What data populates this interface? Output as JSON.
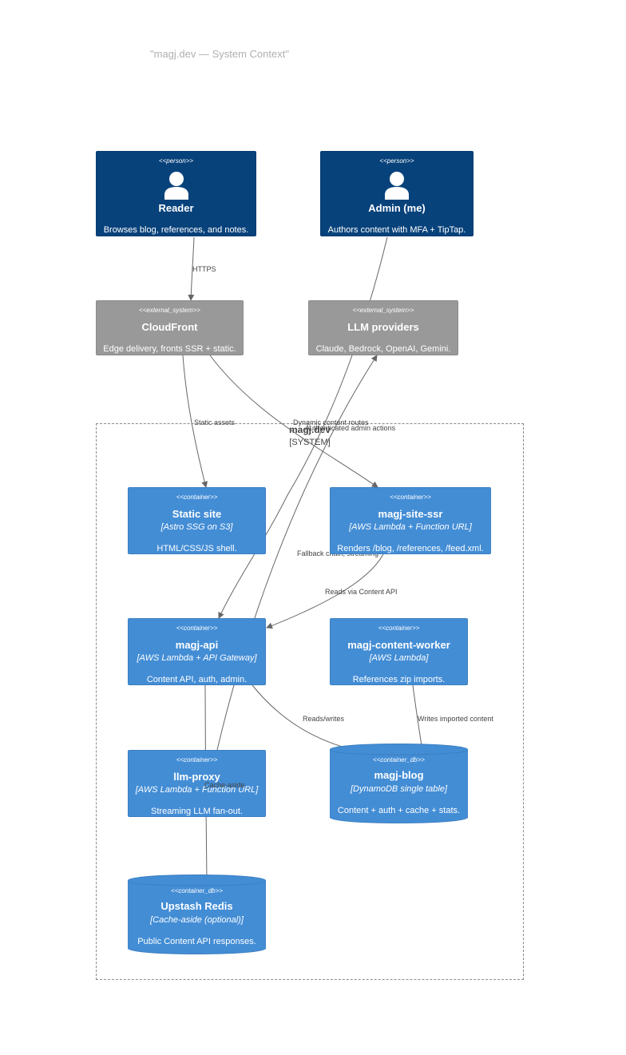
{
  "title": "\"magj.dev — System Context\"",
  "colors": {
    "person": "#08427b",
    "external_system": "#999999",
    "container": "#438dd5",
    "boundary": "#8a8a8a",
    "edge": "#666666"
  },
  "nodes": {
    "reader": {
      "stereotype": "<<person>>",
      "name": "Reader",
      "description": "Browses blog, references, and notes."
    },
    "admin": {
      "stereotype": "<<person>>",
      "name": "Admin (me)",
      "description": "Authors content with MFA + TipTap."
    },
    "cloudfront": {
      "stereotype": "<<external_system>>",
      "name": "CloudFront",
      "description": "Edge delivery, fronts SSR + static."
    },
    "llm_providers": {
      "stereotype": "<<external_system>>",
      "name": "LLM providers",
      "description": "Claude, Bedrock, OpenAI, Gemini."
    },
    "static_site": {
      "stereotype": "<<container>>",
      "name": "Static site",
      "technology": "[Astro SSG on S3]",
      "description": "HTML/CSS/JS shell."
    },
    "site_ssr": {
      "stereotype": "<<container>>",
      "name": "magj-site-ssr",
      "technology": "[AWS Lambda + Function URL]",
      "description": "Renders /blog, /references, /feed.xml."
    },
    "api": {
      "stereotype": "<<container>>",
      "name": "magj-api",
      "technology": "[AWS Lambda + API Gateway]",
      "description": "Content API, auth, admin."
    },
    "content_worker": {
      "stereotype": "<<container>>",
      "name": "magj-content-worker",
      "technology": "[AWS Lambda]",
      "description": "References zip imports."
    },
    "llm_proxy": {
      "stereotype": "<<container>>",
      "name": "llm-proxy",
      "technology": "[AWS Lambda + Function URL]",
      "description": "Streaming LLM fan-out."
    },
    "blog_db": {
      "stereotype": "<<container_db>>",
      "name": "magj-blog",
      "technology": "[DynamoDB single table]",
      "description": "Content + auth + cache + stats."
    },
    "redis": {
      "stereotype": "<<container_db>>",
      "name": "Upstash Redis",
      "technology": "[Cache-aside (optional)]",
      "description": "Public Content API responses."
    }
  },
  "boundary": {
    "name": "magj.dev",
    "type": "[SYSTEM]"
  },
  "edges": {
    "https": "HTTPS",
    "static_assets": "Static assets",
    "dynamic_routes": "Dynamic content routes",
    "admin_actions": "Authenticated admin actions",
    "fallback_chain": "Fallback chain, streaming",
    "reads_content_api": "Reads via Content API",
    "reads_writes": "Reads/writes",
    "writes_imported": "Writes imported content",
    "cache_aside": "Cache-aside"
  }
}
